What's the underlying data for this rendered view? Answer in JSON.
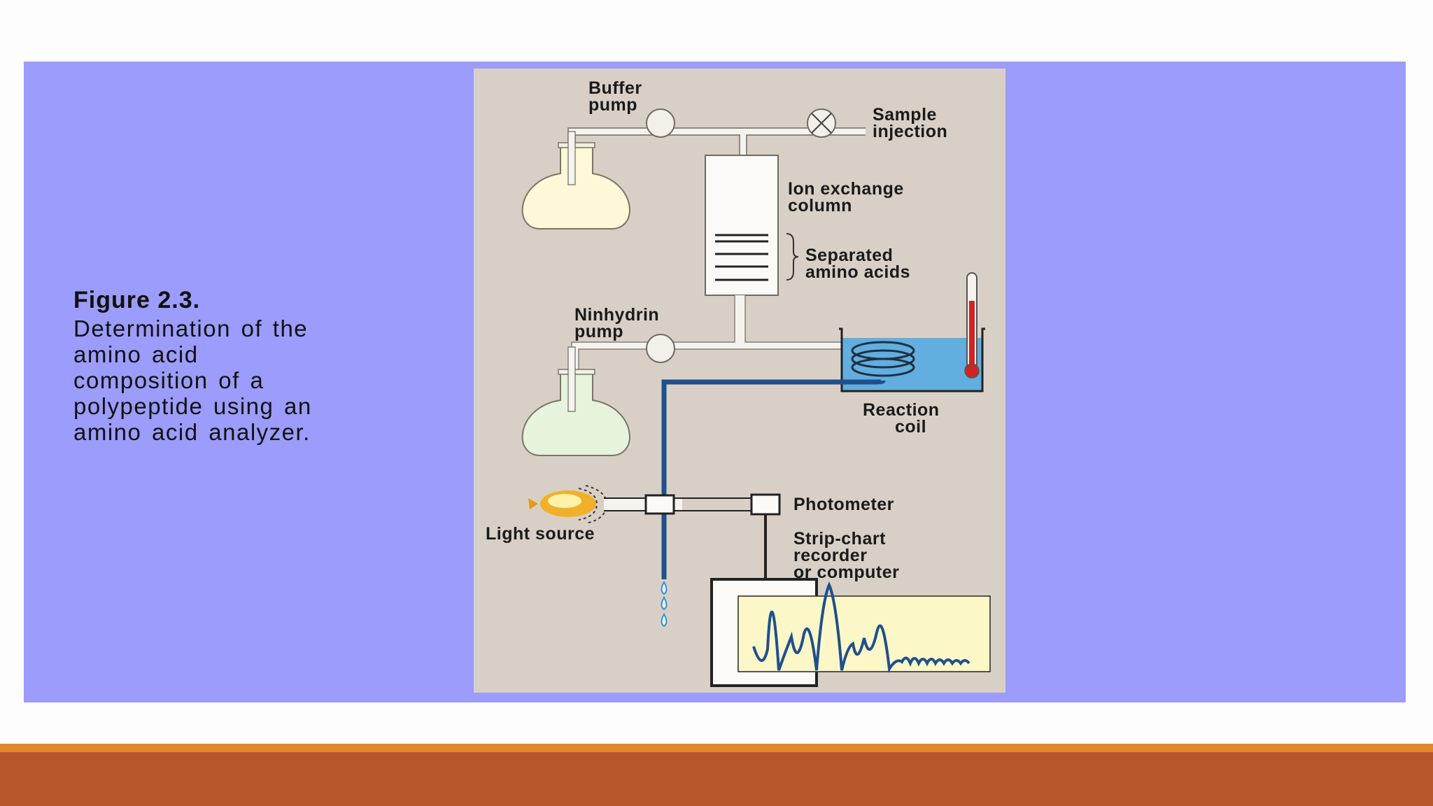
{
  "caption": {
    "title": "Figure 2.3.",
    "lines": [
      "Determination of the",
      "amino acid",
      "composition of a",
      "polypeptide using an",
      "amino acid analyzer."
    ]
  },
  "diagram": {
    "labels": {
      "buffer_pump_1": "Buffer",
      "buffer_pump_2": "pump",
      "sample_injection_1": "Sample",
      "sample_injection_2": "injection",
      "ion_exchange_1": "Ion exchange",
      "ion_exchange_2": "column",
      "separated_1": "Separated",
      "separated_2": "amino acids",
      "ninhydrin_1": "Ninhydrin",
      "ninhydrin_2": "pump",
      "reaction_1": "Reaction",
      "reaction_2": "coil",
      "photometer": "Photometer",
      "light_source": "Light source",
      "recorder_1": "Strip-chart",
      "recorder_2": "recorder",
      "recorder_3": "or computer"
    }
  },
  "colors": {
    "slide_panel": "#9b9cfb",
    "diagram_bg": "#d8d0c6",
    "footer_stripe": "#e2862b",
    "footer_bar": "#b8562b",
    "tube_blue": "#1f4f8c",
    "thermometer_red": "#d02424"
  }
}
